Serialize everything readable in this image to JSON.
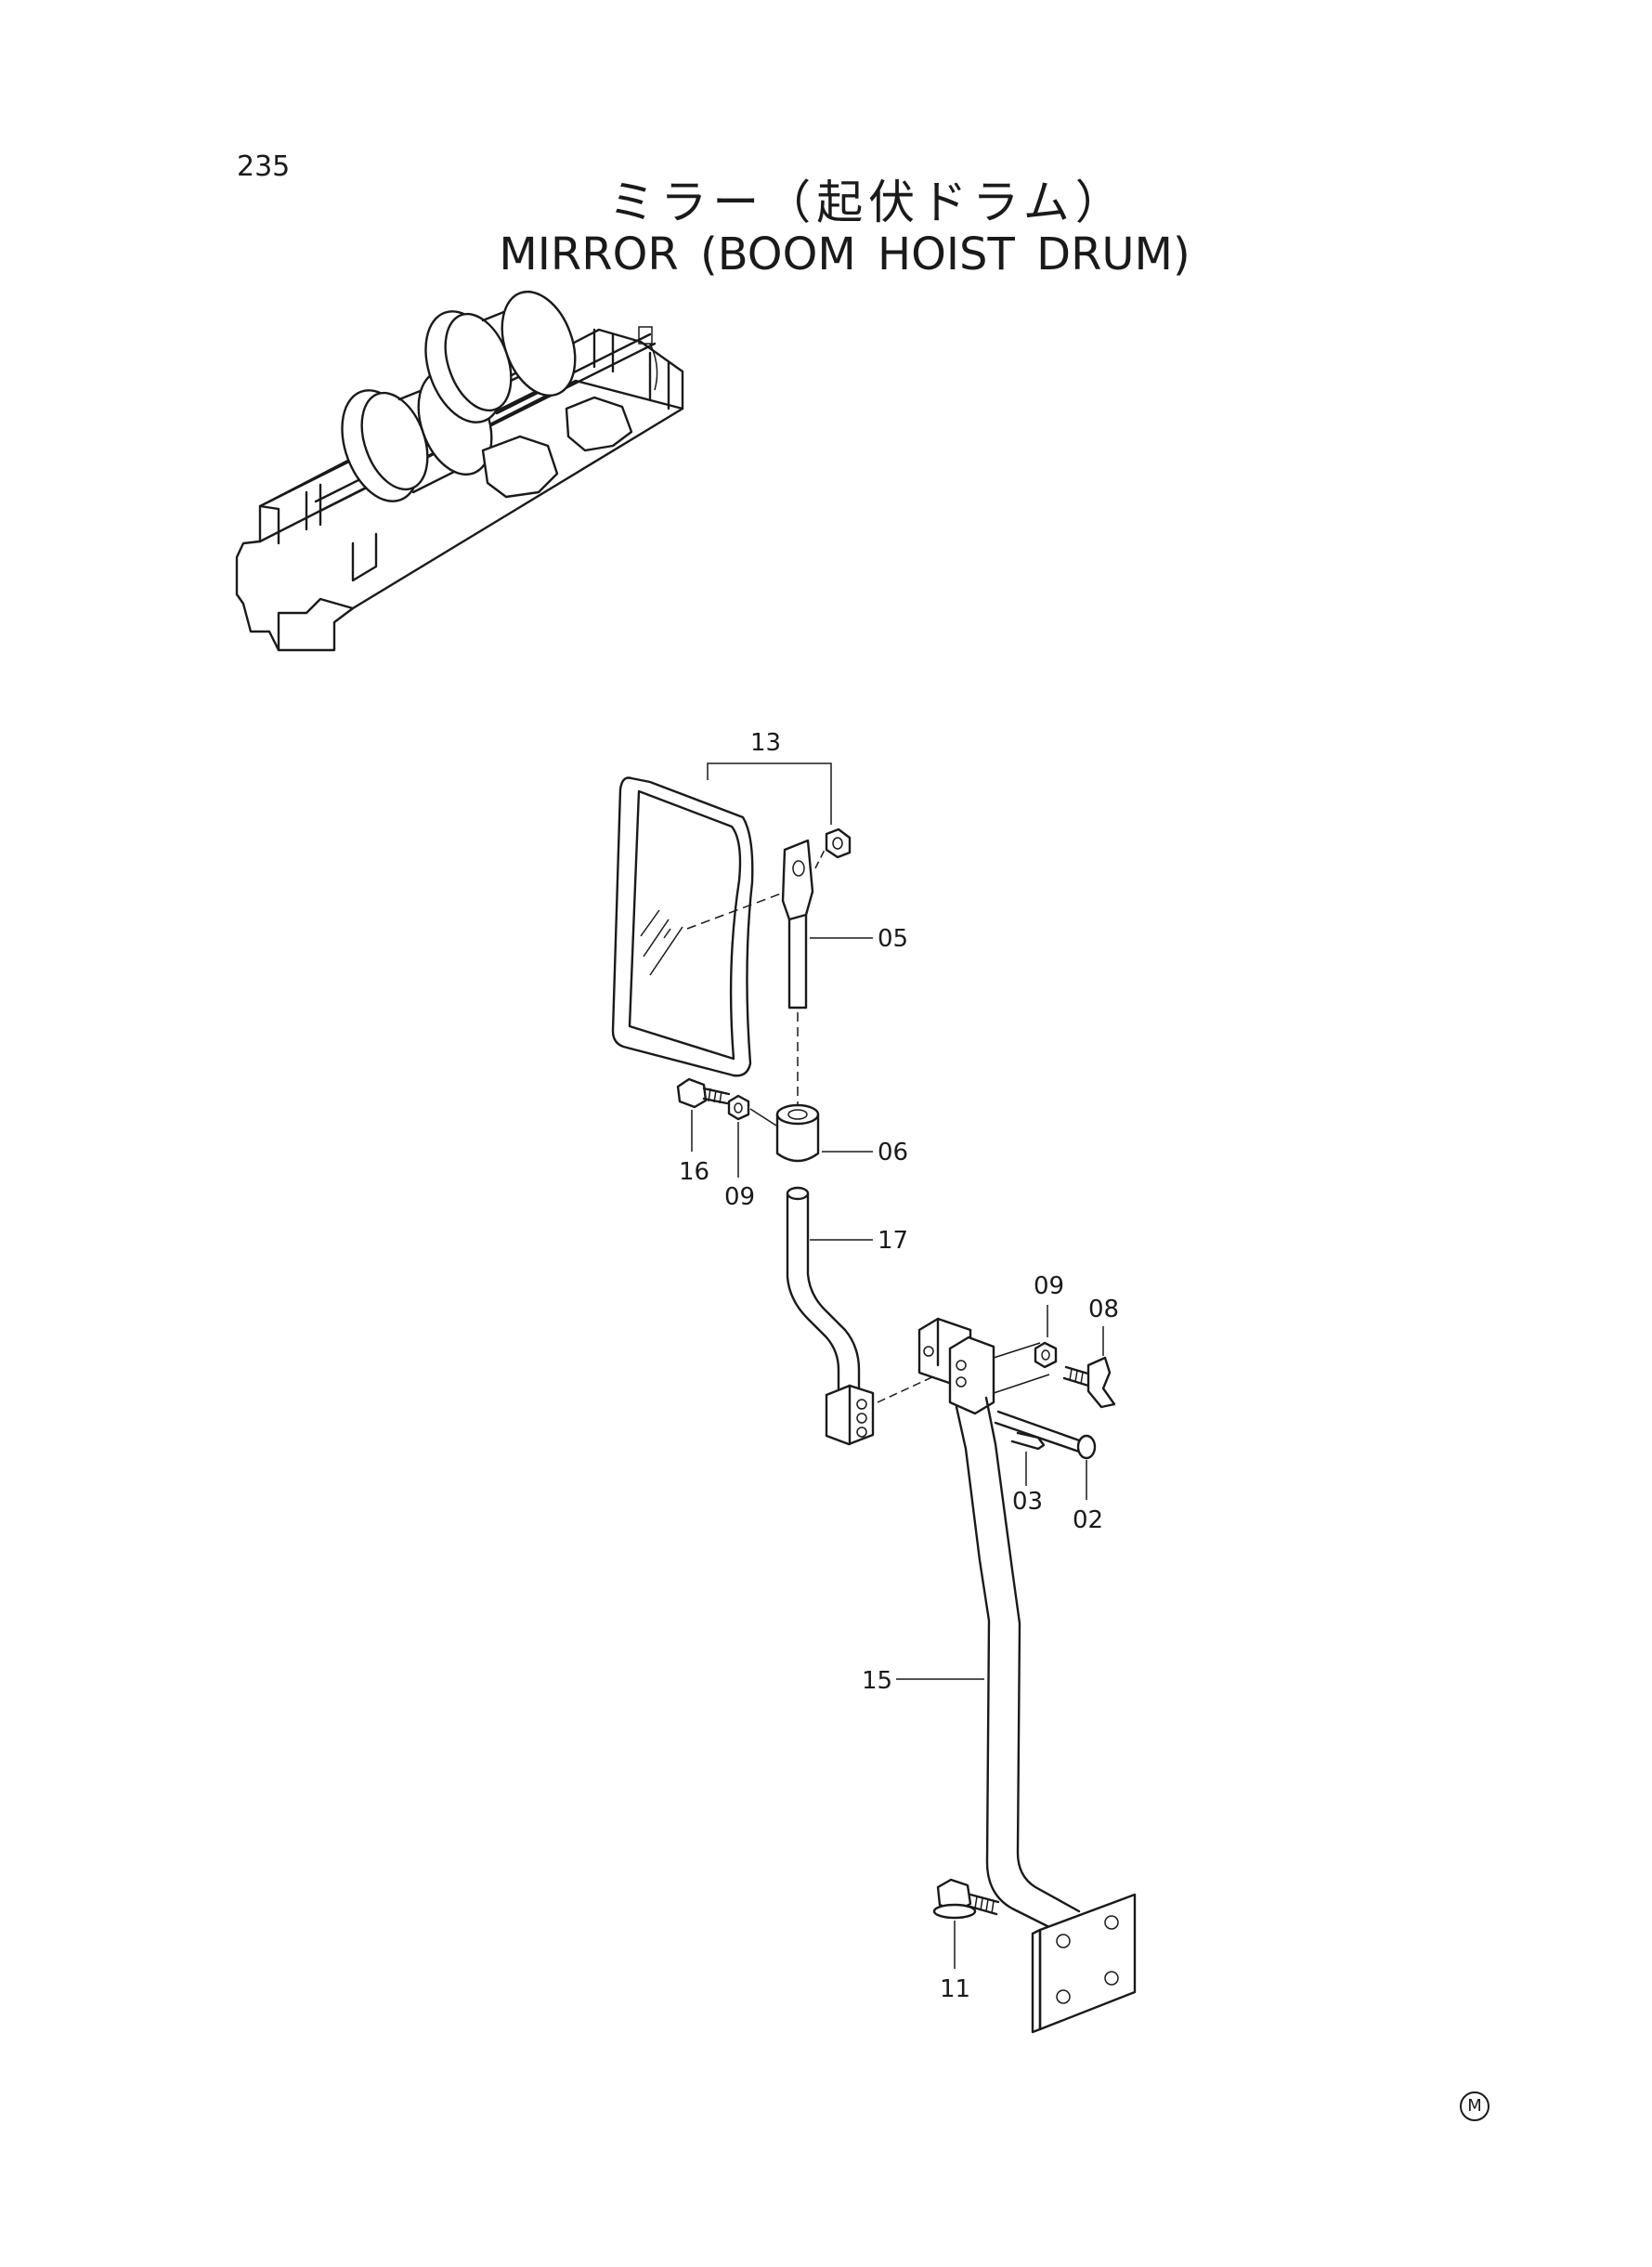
{
  "page": {
    "number": "235"
  },
  "title": {
    "jp": "ミラー（起伏ドラム）",
    "en": "MIRROR (BOOM HOIST DRUM)"
  },
  "callouts": {
    "c13": "13",
    "c05": "05",
    "c16": "16",
    "c09a": "09",
    "c06": "06",
    "c17": "17",
    "c09b": "09",
    "c08": "08",
    "c03": "03",
    "c02": "02",
    "c15": "15",
    "c11": "11"
  },
  "mark": "M"
}
